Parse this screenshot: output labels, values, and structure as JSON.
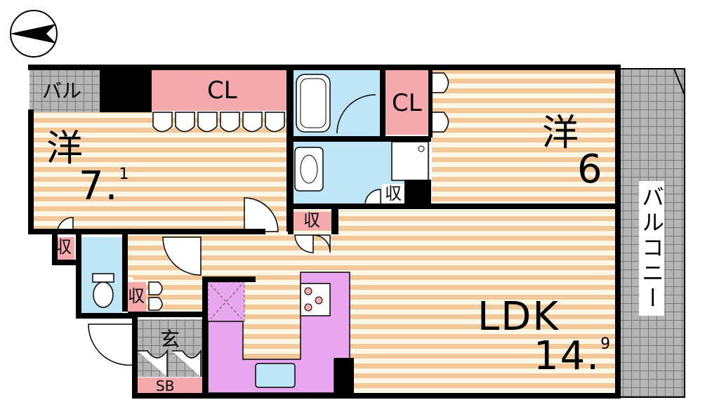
{
  "colors": {
    "floor_stripe": "#f2c89a",
    "floor_bg": "#fff7e6",
    "closet": "#f5a9ad",
    "bath": "#bfe6f7",
    "kitchen": "#e7a6ee",
    "tile": "#9a9a9a",
    "wall": "#000000"
  },
  "labels": {
    "balcony_small": "バル",
    "closet_top": "CL",
    "closet_right": "CL",
    "room_west_kanji": "洋",
    "room_west_size": "7.",
    "room_west_size_sup": "1",
    "room_east_kanji": "洋",
    "room_east_size": "6",
    "storage_1": "収",
    "storage_2": "収",
    "storage_3": "収",
    "storage_4": "収",
    "entrance": "玄",
    "shoe_box": "SB",
    "ldk": "LDK",
    "ldk_size": "14.",
    "ldk_size_sup": "9",
    "balcony": "バルコニー"
  }
}
